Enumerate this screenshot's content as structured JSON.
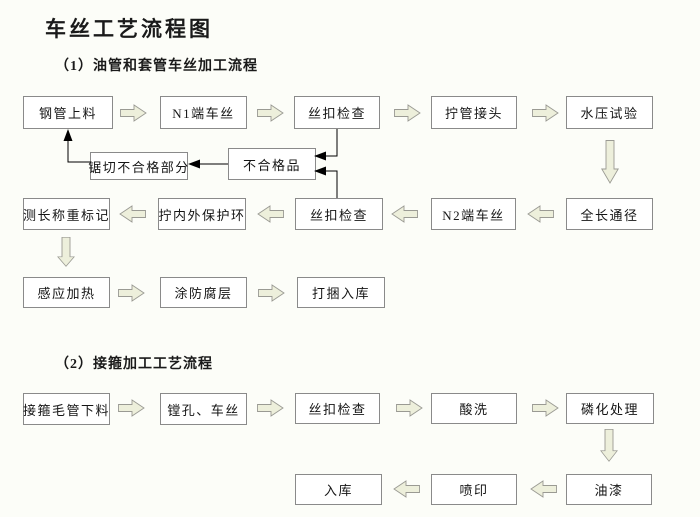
{
  "page": {
    "title": "车丝工艺流程图",
    "background_color": "#fcfdf8",
    "box_fill_color": "#ffffff",
    "box_border_color": "#8a8a8a",
    "block_arrow_fill_color": "#edefdb",
    "block_arrow_border_color": "#9a9a93",
    "connector_line_color": "#000000"
  },
  "sections": [
    {
      "heading": "（1）油管和套管车丝加工流程"
    },
    {
      "heading": "（2）接箍加工工艺流程"
    }
  ],
  "nodes": {
    "steel_pipe_loading": "钢管上料",
    "n1_threading": "N1端车丝",
    "thread_check_1": "丝扣检查",
    "pipe_coupling_screwing": "拧管接头",
    "hydro_test": "水压试验",
    "saw_defective_part": "锯切不合格部分",
    "defective_product": "不合格品",
    "measure_weigh_mark": "测长称重标记",
    "protective_rings": "拧内外保护环",
    "thread_check_2": "丝扣检查",
    "n2_threading": "N2端车丝",
    "full_length_drift": "全长通径",
    "induction_heating": "感应加热",
    "anticorrosive_coating": "涂防腐层",
    "bundle_into_storage": "打捆入库",
    "coupling_blank_cutting": "接箍毛管下料",
    "boring_threading": "镗孔、车丝",
    "thread_check_3": "丝扣检查",
    "acid_pickling": "酸洗",
    "phosphating": "磷化处理",
    "painting": "油漆",
    "ink_printing": "喷印",
    "into_storage": "入库"
  },
  "flows": {
    "section1_main": [
      "钢管上料",
      "N1端车丝",
      "丝扣检查",
      "拧管接头",
      "水压试验",
      "全长通径",
      "N2端车丝",
      "丝扣检查",
      "拧内外保护环",
      "测长称重标记",
      "感应加热",
      "涂防腐层",
      "打捆入库"
    ],
    "section1_rework": [
      "丝扣检查",
      "不合格品",
      "锯切不合格部分",
      "钢管上料"
    ],
    "section2_main": [
      "接箍毛管下料",
      "镗孔、车丝",
      "丝扣检查",
      "酸洗",
      "磷化处理",
      "油漆",
      "喷印",
      "入库"
    ]
  }
}
